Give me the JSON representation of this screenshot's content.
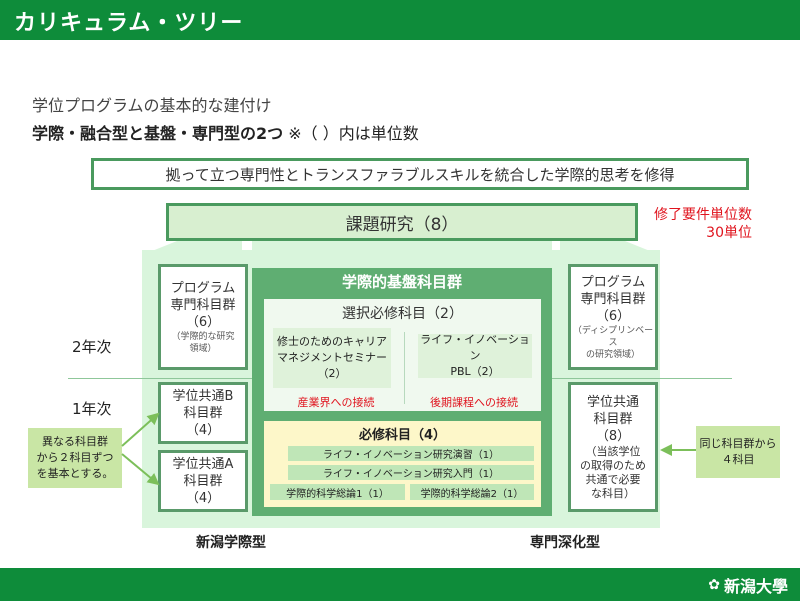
{
  "header": {
    "title": "カリキュラム・ツリー"
  },
  "intro": {
    "line1": "学位プログラムの基本的な建付け",
    "line2_bold": "学際・融合型と基盤・専門型の2つ",
    "line2_rest": "※（ ）内は単位数"
  },
  "goal": "拠って立つ専門性とトランスファラブルスキルを統合した学際的思考を修得",
  "research": "課題研究（8）",
  "requirement": {
    "line1": "修了要件単位数",
    "line2": "30単位"
  },
  "left": {
    "program": {
      "l1": "プログラム",
      "l2": "専門科目群",
      "l3": "（6）",
      "s1": "（学際的な研究",
      "s2": "領域）"
    },
    "common_b": {
      "l1": "学位共通B",
      "l2": "科目群",
      "l3": "（4）"
    },
    "common_a": {
      "l1": "学位共通A",
      "l2": "科目群",
      "l3": "（4）"
    },
    "note": {
      "l1": "異なる科目群",
      "l2": "から２科目ずつ",
      "l3": "を基本とする。"
    },
    "type_label": "新潟学際型"
  },
  "right": {
    "program": {
      "l1": "プログラム",
      "l2": "専門科目群",
      "l3": "（6）",
      "s1": "（ディシプリンベース",
      "s2": "の研究領域）"
    },
    "common": {
      "l1": "学位共通",
      "l2": "科目群",
      "l3": "（8）",
      "l4": "（当該学位",
      "l5": "の取得のため",
      "l6": "共通で必要",
      "l7": "な科目）"
    },
    "note": {
      "l1": "同じ科目群から",
      "l2": "４科目"
    },
    "type_label": "専門深化型"
  },
  "years": {
    "year2": "2年次",
    "year1": "1年次"
  },
  "center": {
    "title": "学際的基盤科目群",
    "elective": {
      "title": "選択必修科目（2）",
      "course1": {
        "l1": "修士のためのキャリア",
        "l2": "マネジメントセミナー",
        "l3": "（2）"
      },
      "course2": {
        "l1": "ライフ・イノベーション",
        "l2": "PBL（2）"
      },
      "link1": "産業界への接続",
      "link2": "後期課程への接続"
    },
    "required": {
      "title": "必修科目（4）",
      "items": [
        "ライフ・イノベーション研究演習（1）",
        "ライフ・イノベーション研究入門（1）",
        "学際的科学総論1（1）",
        "学際的科学総論2（1）"
      ]
    }
  },
  "footer": {
    "logo": "新潟大學"
  },
  "colors": {
    "brand": "#0e8c3a",
    "accent_red": "#e0141e",
    "frame": "#5fae72"
  }
}
